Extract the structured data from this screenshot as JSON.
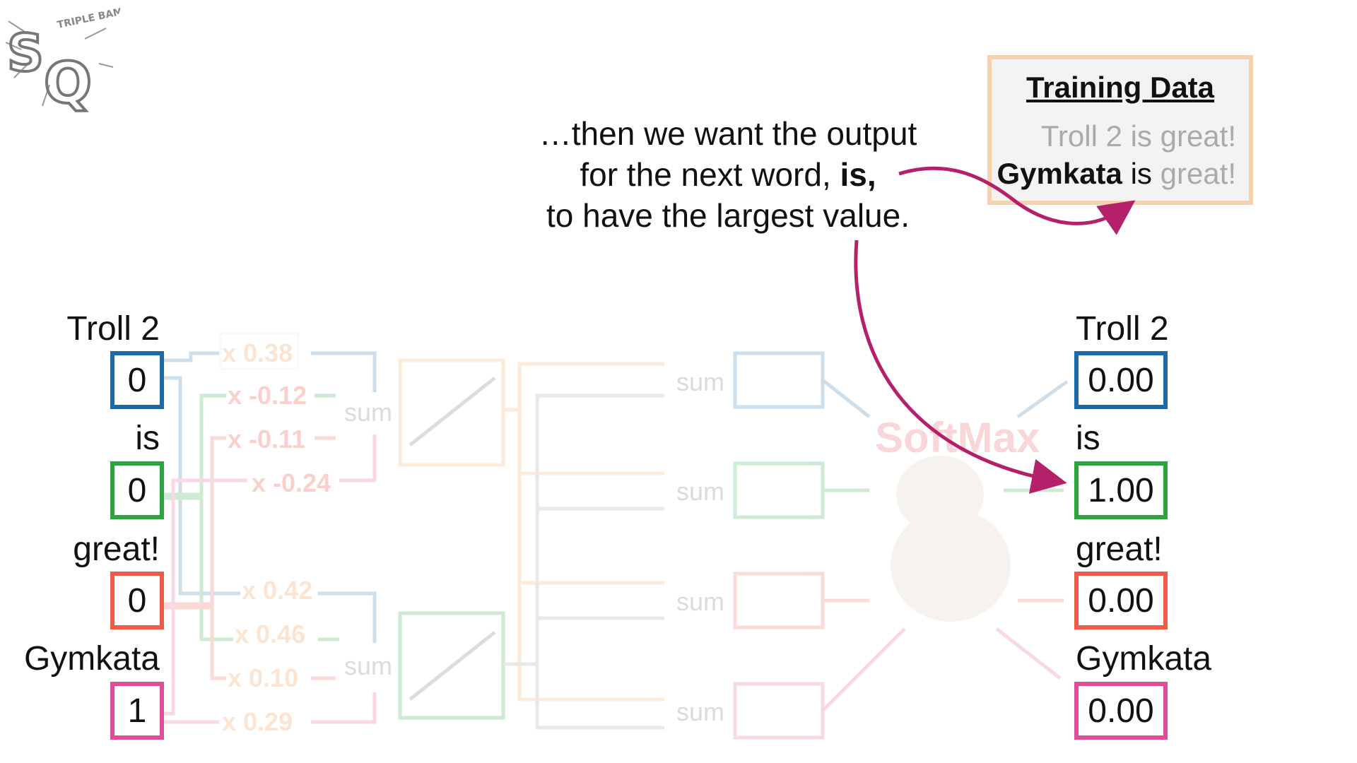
{
  "training_data": {
    "title": "Training Data",
    "line1": "Troll 2 is great!",
    "line2_bold": "Gymkata",
    "line2_is": "is",
    "line2_rest": "great!"
  },
  "caption": {
    "line1": "…then we want the output",
    "line2_pre": "for the next word,",
    "line2_bold": "is,",
    "line3": "to have the largest value."
  },
  "inputs": [
    {
      "label": "Troll 2",
      "value": "0",
      "color": "#1c6aa8"
    },
    {
      "label": "is",
      "value": "0",
      "color": "#2aa53b"
    },
    {
      "label": "great!",
      "value": "0",
      "color": "#ee5a47"
    },
    {
      "label": "Gymkata",
      "value": "1",
      "color": "#e04c97"
    }
  ],
  "outputs": [
    {
      "label": "Troll 2",
      "value": "0.00",
      "color": "#1c6aa8"
    },
    {
      "label": "is",
      "value": "1.00",
      "color": "#2aa53b"
    },
    {
      "label": "great!",
      "value": "0.00",
      "color": "#ee5a47"
    },
    {
      "label": "Gymkata",
      "value": "0.00",
      "color": "#e04c97"
    }
  ],
  "network": {
    "weights_top": [
      "x 0.38",
      "x -0.12",
      "x -0.11",
      "x -0.24"
    ],
    "weights_bottom": [
      "x 0.42",
      "x 0.46",
      "x 0.10",
      "x 0.29"
    ],
    "sum_label": "sum",
    "softmax_label": "SoftMax"
  },
  "logo": {
    "text": "TRIPLE BAM!!",
    "letters": "SQ"
  }
}
